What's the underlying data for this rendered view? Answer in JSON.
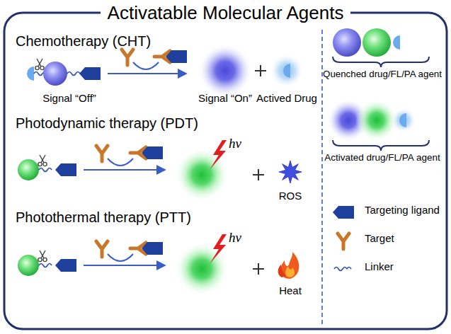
{
  "diagram": {
    "title": "Activatable Molecular Agents",
    "labels": [
      "Chemotherapy (CHT)",
      "Signal “Off”",
      "Signal “On”",
      "Actived Drug",
      "Photodynamic therapy (PDT)",
      "hv",
      "ROS",
      "Photothermal therapy (PTT)",
      "hv",
      "Heat",
      "Quenched drug/FL/PA agent",
      "Activated drug/FL/PA agent"
    ],
    "legend": [
      {
        "text": "Targeting ligand"
      },
      {
        "text": "Target"
      },
      {
        "text": "Linker"
      }
    ]
  }
}
